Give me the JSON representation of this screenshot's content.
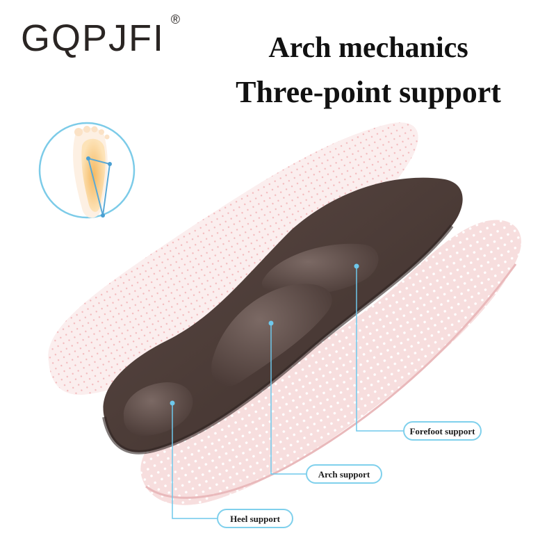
{
  "brand": {
    "name": "GQPJFI",
    "registered_mark": "®"
  },
  "headline": {
    "line1": "Arch mechanics",
    "line2": "Three-point support"
  },
  "labels": {
    "forefoot": "Forefoot support",
    "arch": "Arch support",
    "heel": "Heel support"
  },
  "colors": {
    "insole_top": "#4a3a36",
    "insole_pad": "#5c4a45",
    "insole_base": "#f6dcdc",
    "callout_line": "#6ec8ec",
    "text_dark": "#111111"
  },
  "icons": {
    "inset": "foot-pressure-diagram-icon"
  }
}
